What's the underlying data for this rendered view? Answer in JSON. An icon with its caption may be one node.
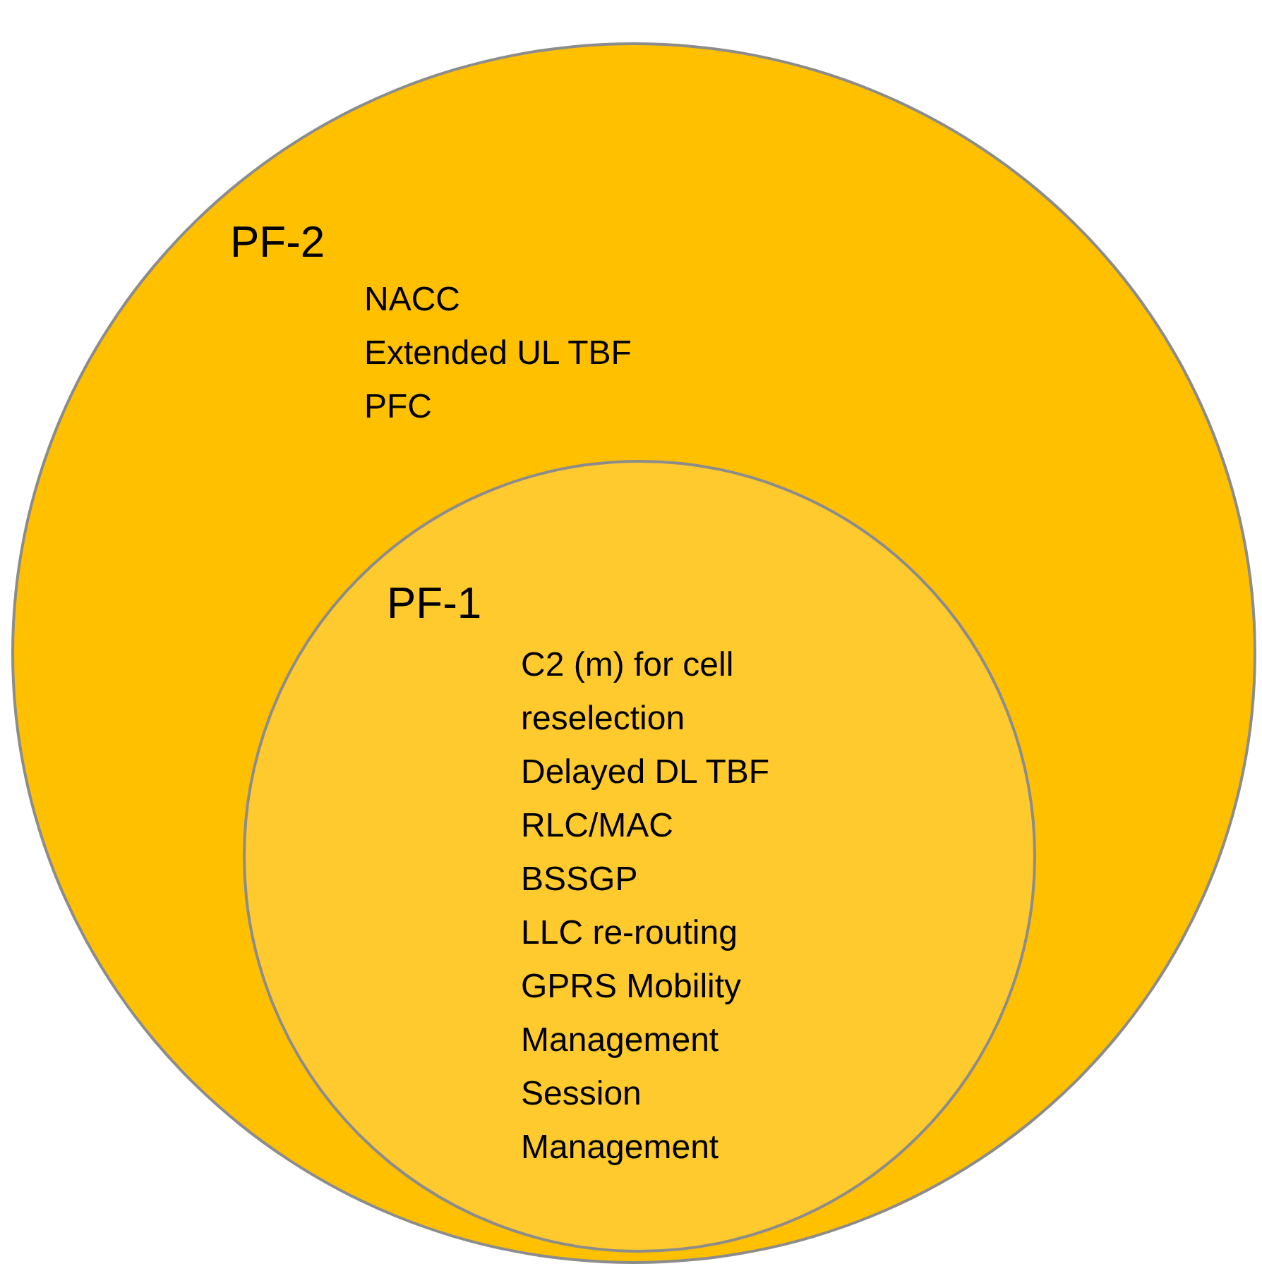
{
  "diagram": {
    "nodes": [
      {
        "text": [
          "PF-2",
          "NACC",
          "Extended UL TBF",
          "PFC"
        ]
      },
      {
        "text": [
          "PF-1",
          "C2 (m) for cell reselection",
          "Delayed DL TBF",
          "RLC/MAC",
          "BSSGP",
          "LLC re-routing",
          "GPRS Mobility Management",
          "Session Management"
        ],
        "in": 0
      }
    ]
  }
}
